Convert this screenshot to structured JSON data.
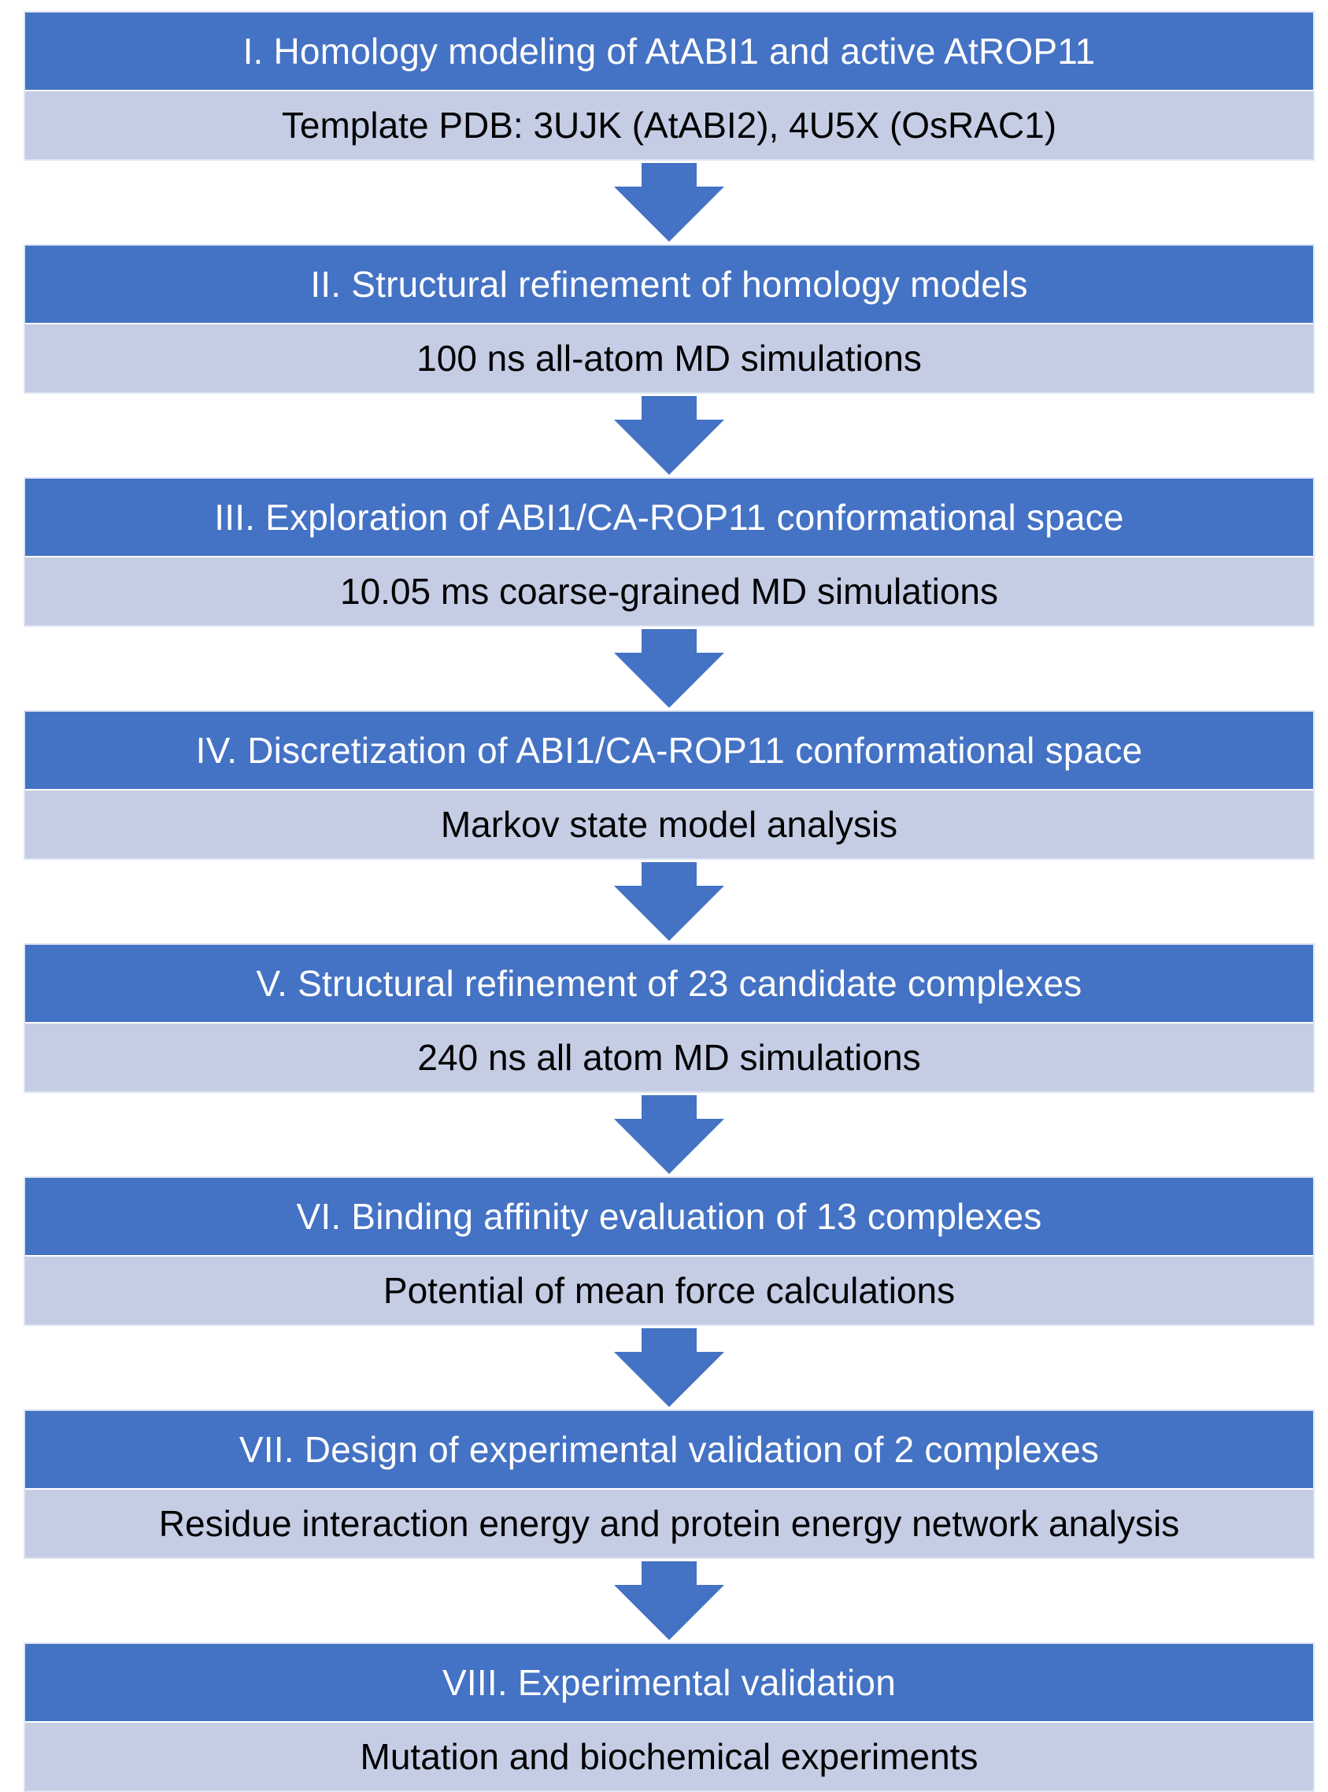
{
  "colors": {
    "header_bg": "#4472c4",
    "detail_bg": "#c5cde5",
    "arrow": "#4472c4",
    "header_text": "#ffffff",
    "detail_text": "#000000"
  },
  "stages": [
    {
      "title": "I. Homology modeling of AtABI1 and active AtROP11",
      "detail": "Template PDB: 3UJK (AtABI2), 4U5X (OsRAC1)"
    },
    {
      "title": "II. Structural refinement of homology models",
      "detail": "100 ns all-atom MD simulations"
    },
    {
      "title": "III. Exploration of ABI1/CA-ROP11 conformational space",
      "detail": "10.05 ms coarse-grained MD simulations"
    },
    {
      "title": "IV. Discretization of ABI1/CA-ROP11 conformational space",
      "detail": "Markov state model analysis"
    },
    {
      "title": "V. Structural refinement of 23 candidate complexes",
      "detail": "240 ns all atom MD simulations"
    },
    {
      "title": "VI. Binding affinity evaluation of 13 complexes",
      "detail": "Potential of mean force calculations"
    },
    {
      "title": "VII. Design of experimental validation of 2 complexes",
      "detail": "Residue interaction energy and protein energy network analysis"
    },
    {
      "title": "VIII. Experimental validation",
      "detail": "Mutation and biochemical experiments"
    }
  ]
}
